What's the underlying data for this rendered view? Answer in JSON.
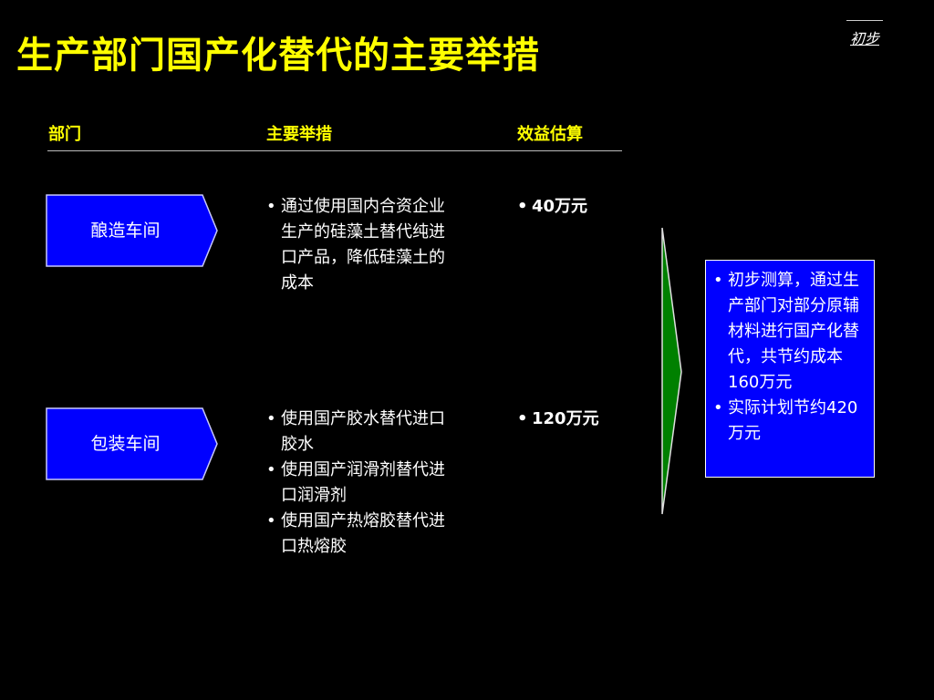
{
  "page": {
    "title": "生产部门国产化替代的主要举措",
    "tag": "初步"
  },
  "headers": {
    "dept": "部门",
    "measures": "主要举措",
    "benefit": "效益估算"
  },
  "rows": [
    {
      "dept": "酿造车间",
      "measures": [
        "通过使用国内合资企业生产的硅藻土替代纯进口产品，降低硅藻土的成本"
      ],
      "benefit": "40万元"
    },
    {
      "dept": "包装车间",
      "measures": [
        "使用国产胶水替代进口胶水",
        "使用国产润滑剂替代进口润滑剂",
        "使用国产热熔胶替代进口热熔胶"
      ],
      "benefit": "120万元"
    }
  ],
  "summary": {
    "items": [
      "初步测算，通过生产部门对部分原辅材料进行国产化替代，共节约成本160万元",
      "实际计划节约420万元"
    ]
  },
  "colors": {
    "title": "#ffff00",
    "box_fill": "#0000ff",
    "arrow_fill": "#008000",
    "background": "#000000"
  }
}
